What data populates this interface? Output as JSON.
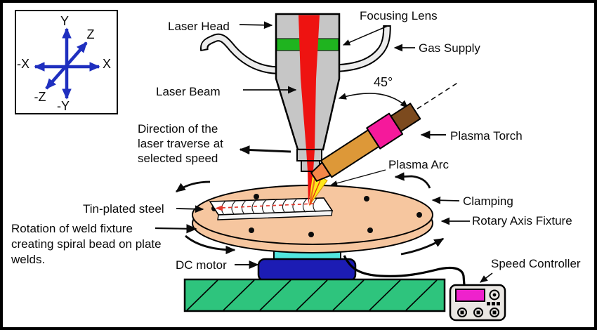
{
  "figure": {
    "axes": {
      "y": "Y",
      "z": "Z",
      "x": "X",
      "neg_x": "-X",
      "neg_z": "-Z",
      "neg_y": "-Y"
    },
    "labels": {
      "laser_head": "Laser Head",
      "focusing_lens": "Focusing Lens",
      "gas_supply": "Gas Supply",
      "laser_beam": "Laser Beam",
      "angle": "45°",
      "plasma_torch": "Plasma Torch",
      "plasma_arc": "Plasma Arc",
      "direction_l1": "Direction of the",
      "direction_l2": "laser traverse at",
      "direction_l3": "selected speed",
      "tin_plated_steel": "Tin-plated steel",
      "clamping": "Clamping",
      "rotary_axis_fixture": "Rotary Axis Fixture",
      "rotation_l1": "Rotation of weld fixture",
      "rotation_l2": "creating spiral bead on plate",
      "rotation_l3": "welds.",
      "dc_motor": "DC motor",
      "speed_controller": "Speed Controller"
    },
    "colors": {
      "axes_blue": "#1F2FBF",
      "head_gray": "#C6C6C6",
      "lens_green": "#1FB41F",
      "beam_red": "#EE1311",
      "tube_gray": "#ECECEC",
      "torch_body_orange": "#DD9838",
      "torch_band_pink": "#F5199B",
      "torch_end_brown": "#7C4A1E",
      "torch_nozzle_orange": "#F4874A",
      "arc_yellow": "#FFE81A",
      "table_peach": "#F6C69F",
      "support_cyan": "#52E5DE",
      "motor_blue": "#1C1CB4",
      "base_green": "#2EC47D",
      "controller_body": "#EAE7E3",
      "display_magenta": "#EE22CC",
      "bead_line_red": "#E23A2E"
    }
  }
}
